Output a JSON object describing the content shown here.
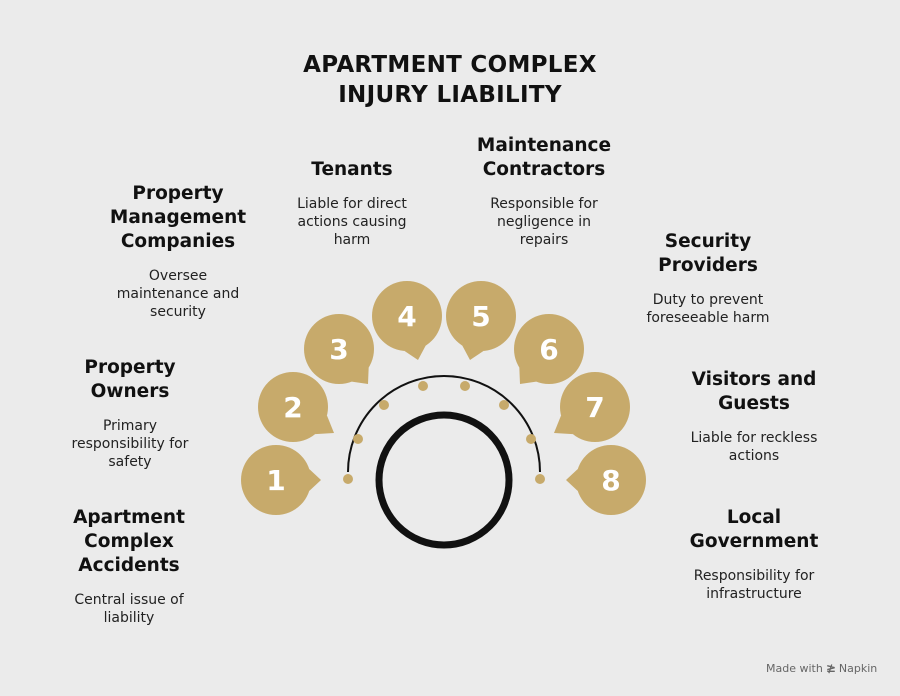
{
  "title_lines": [
    "APARTMENT COMPLEX",
    "INJURY LIABILITY"
  ],
  "accent_color": "#c7aa6b",
  "ring_color": "#111111",
  "items": [
    {
      "number": "1",
      "title_lines": [
        "Apartment Complex",
        "Accidents"
      ],
      "title_html_lines": [
        "Apartment",
        "Complex",
        "Accidents"
      ],
      "desc_lines": [
        "Central issue of",
        "liability"
      ]
    },
    {
      "number": "2",
      "title_lines": [
        "Property",
        "Owners"
      ],
      "desc_lines": [
        "Primary",
        "responsibility for",
        "safety"
      ]
    },
    {
      "number": "3",
      "title_lines": [
        "Property",
        "Management",
        "Companies"
      ],
      "desc_lines": [
        "Oversee",
        "maintenance and",
        "security"
      ]
    },
    {
      "number": "4",
      "title_lines": [
        "Tenants"
      ],
      "desc_lines": [
        "Liable for direct",
        "actions causing",
        "harm"
      ]
    },
    {
      "number": "5",
      "title_lines": [
        "Maintenance",
        "Contractors"
      ],
      "desc_lines": [
        "Responsible for",
        "negligence in",
        "repairs"
      ]
    },
    {
      "number": "6",
      "title_lines": [
        "Security",
        "Providers"
      ],
      "desc_lines": [
        "Duty to prevent",
        "foreseeable harm"
      ]
    },
    {
      "number": "7",
      "title_lines": [
        "Visitors and",
        "Guests"
      ],
      "desc_lines": [
        "Liable for reckless",
        "actions"
      ]
    },
    {
      "number": "8",
      "title_lines": [
        "Local",
        "Government"
      ],
      "desc_lines": [
        "Responsibility for",
        "infrastructure"
      ]
    }
  ],
  "footer": {
    "made_with": "Made with",
    "brand": "Napkin",
    "brand_icon": "napkin-logo-icon"
  }
}
